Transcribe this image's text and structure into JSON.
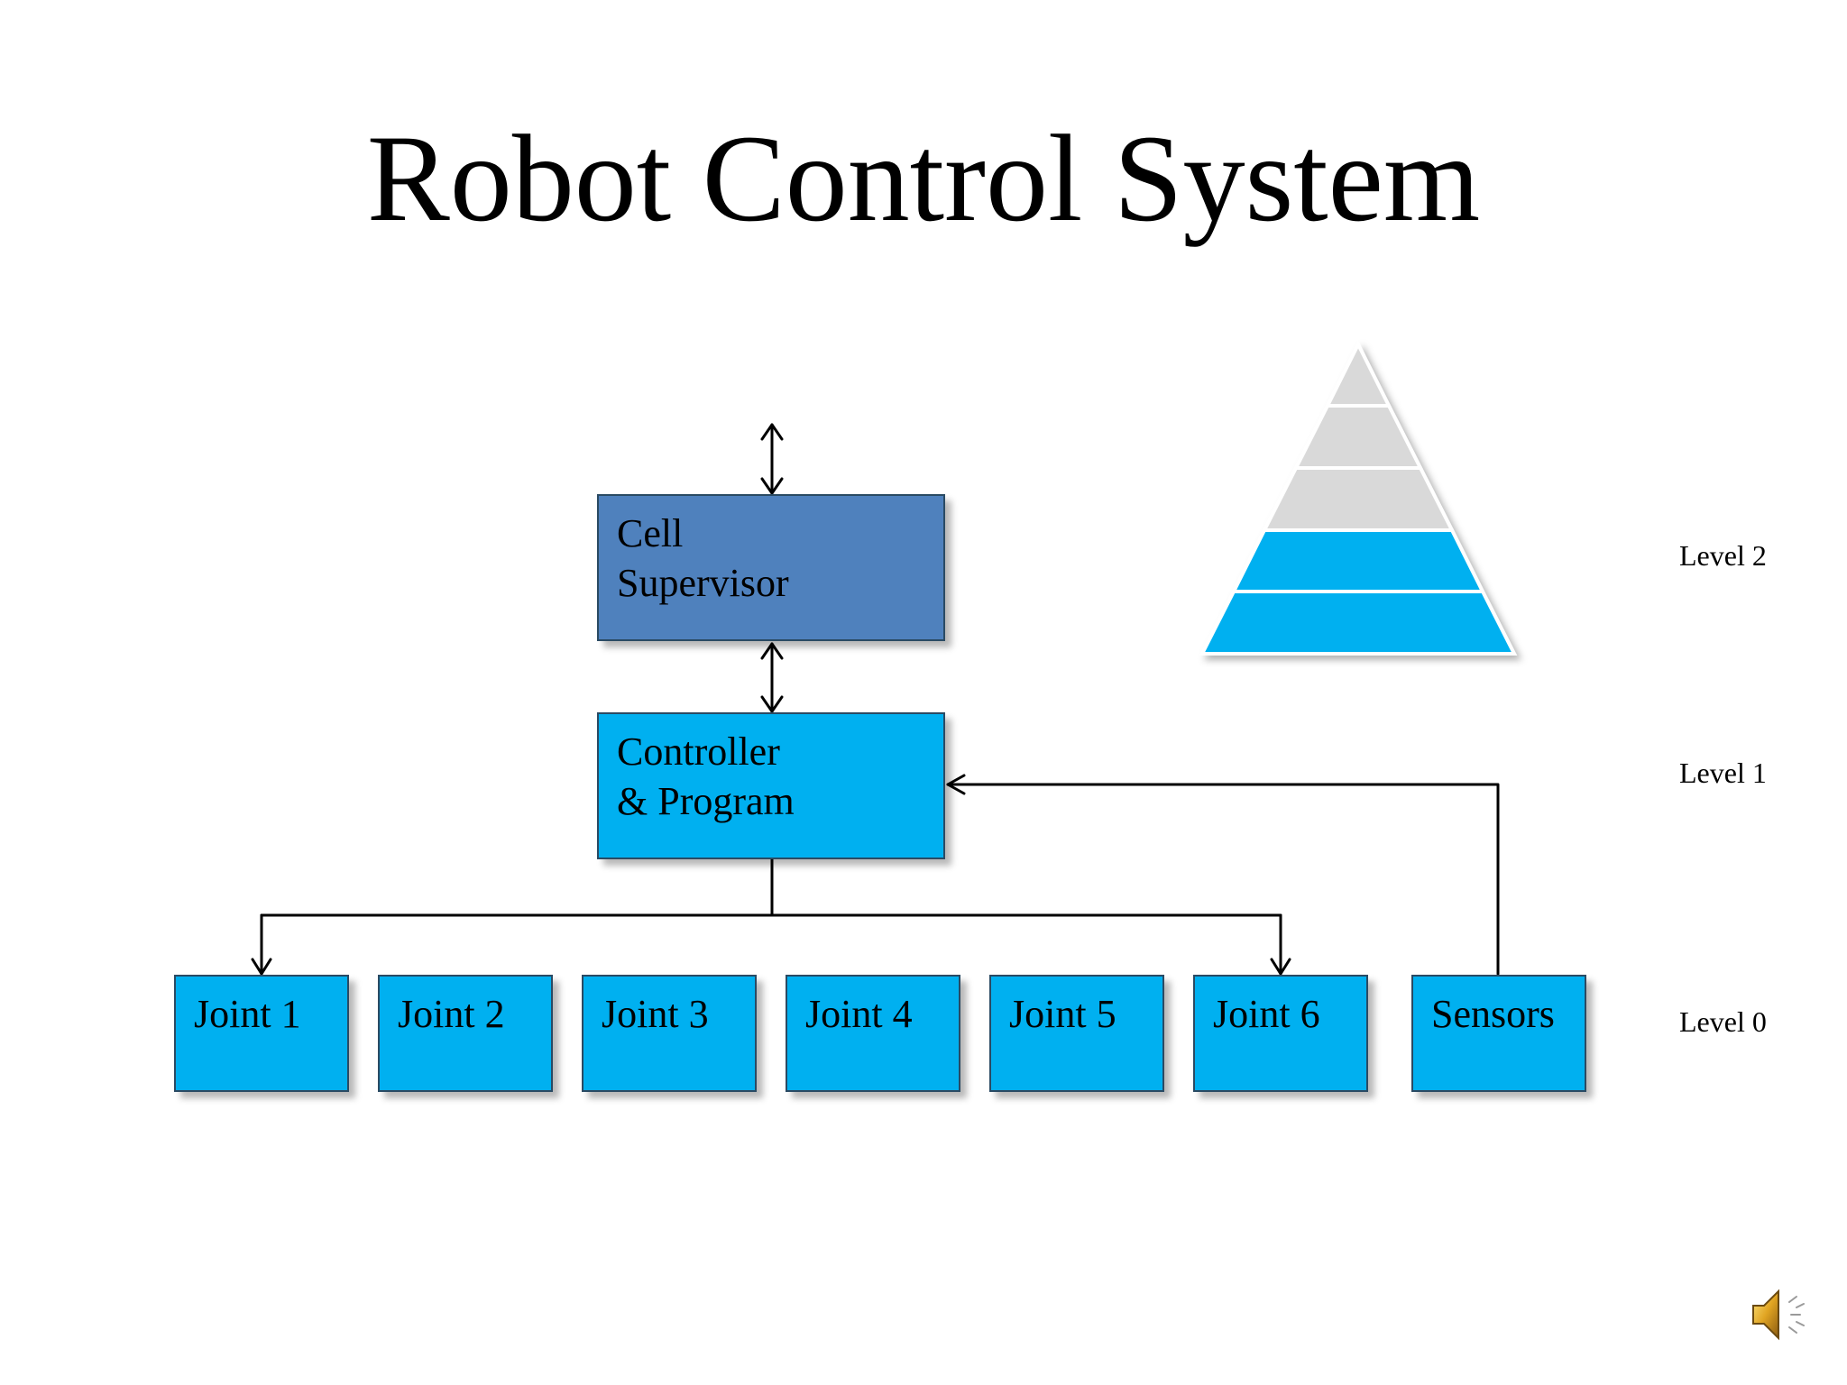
{
  "slide": {
    "title": "Robot Control System"
  },
  "diagram": {
    "cell_supervisor": {
      "line1": "Cell",
      "line2": "Supervisor",
      "color": "#4f81bd"
    },
    "controller": {
      "line1": "Controller",
      "line2": "& Program",
      "color": "#00b0f0"
    },
    "bottom_nodes": [
      {
        "label": "Joint 1"
      },
      {
        "label": "Joint 2"
      },
      {
        "label": "Joint 3"
      },
      {
        "label": "Joint 4"
      },
      {
        "label": "Joint 5"
      },
      {
        "label": "Joint 6"
      },
      {
        "label": "Sensors"
      }
    ],
    "levels": [
      {
        "label": "Level 2"
      },
      {
        "label": "Level 1"
      },
      {
        "label": "Level 0"
      }
    ],
    "pyramid": {
      "layers_total": 5,
      "layers_highlighted": 2,
      "highlight_color": "#00b0f0",
      "inactive_color": "#d9d9d9"
    }
  },
  "speaker_icon": "speaker-icon"
}
